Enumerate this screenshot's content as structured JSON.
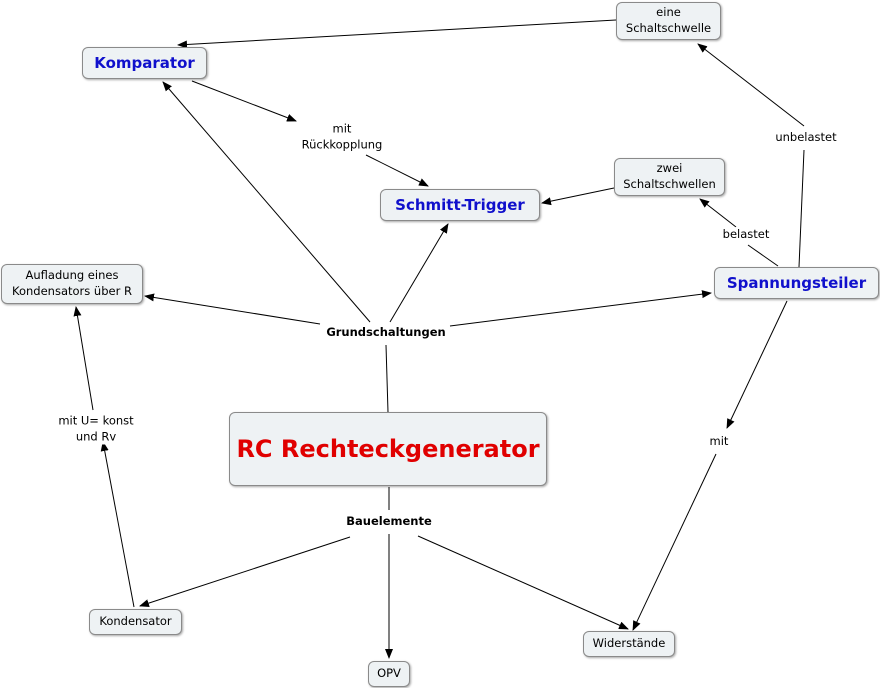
{
  "nodes": {
    "main": "RC Rechteckgenerator",
    "komparator": "Komparator",
    "schmitt": "Schmitt-Trigger",
    "spannungsteiler": "Spannungsteiler",
    "aufladung_line1": "Aufladung eines",
    "aufladung_line2": "Kondensators über R",
    "eine_line1": "eine",
    "eine_line2": "Schaltschwelle",
    "zwei_line1": "zwei",
    "zwei_line2": "Schaltschwellen",
    "kondensator": "Kondensator",
    "opv": "OPV",
    "widerstaende": "Widerstände"
  },
  "labels": {
    "grundschaltungen": "Grundschaltungen",
    "bauelemente": "Bauelemente",
    "mit_rueck_line1": "mit",
    "mit_rueck_line2": "Rückkopplung",
    "unbelastet": "unbelastet",
    "belastet": "belastet",
    "mit_u_line1": "mit U= konst",
    "mit_u_line2": "und Rv",
    "mit": "mit"
  }
}
